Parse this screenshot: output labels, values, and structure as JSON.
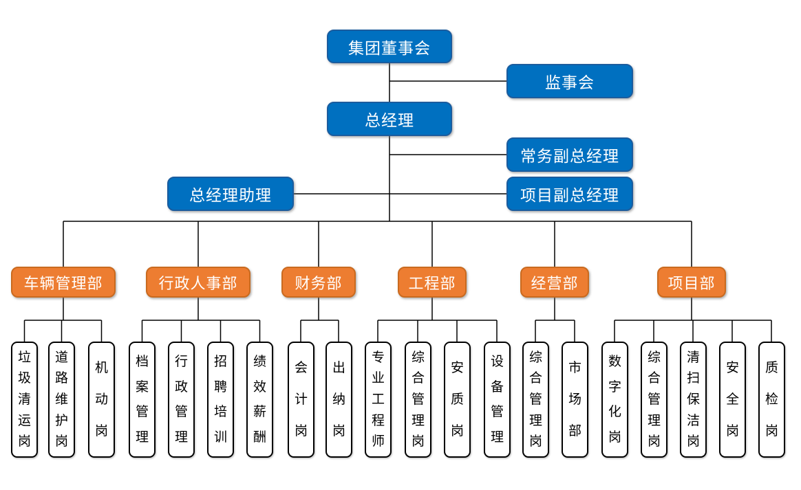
{
  "org": {
    "board": {
      "label": "集团董事会"
    },
    "supervisory": {
      "label": "监事会"
    },
    "general_manager": {
      "label": "总经理"
    },
    "executive_deputy_gm": {
      "label": "常务副总经理"
    },
    "gm_assistant": {
      "label": "总经理助理"
    },
    "project_deputy_gm": {
      "label": "项目副总经理"
    },
    "departments": [
      {
        "label": "车辆管理部",
        "positions": [
          "垃圾清运岗",
          "道路维护岗",
          "机动岗"
        ]
      },
      {
        "label": "行政人事部",
        "positions": [
          "档案管理",
          "行政管理",
          "招聘培训",
          "绩效薪酬"
        ]
      },
      {
        "label": "财务部",
        "positions": [
          "会计岗",
          "出纳岗"
        ]
      },
      {
        "label": "工程部",
        "positions": [
          "专业工程师",
          "综合管理岗",
          "安质岗",
          "设备管理"
        ]
      },
      {
        "label": "经营部",
        "positions": [
          "综合管理岗",
          "市场部"
        ]
      },
      {
        "label": "项目部",
        "positions": [
          "数字化岗",
          "综合管理岗",
          "清扫保洁岗",
          "安全岗",
          "质检岗"
        ]
      }
    ]
  },
  "colors": {
    "executive_fill": "#0070C0",
    "executive_border": "#1B5C9E",
    "department_fill": "#ED7D31",
    "department_border": "#C96A1F",
    "position_fill": "#FFFFFF",
    "position_border": "#000000",
    "connector": "#000000"
  }
}
